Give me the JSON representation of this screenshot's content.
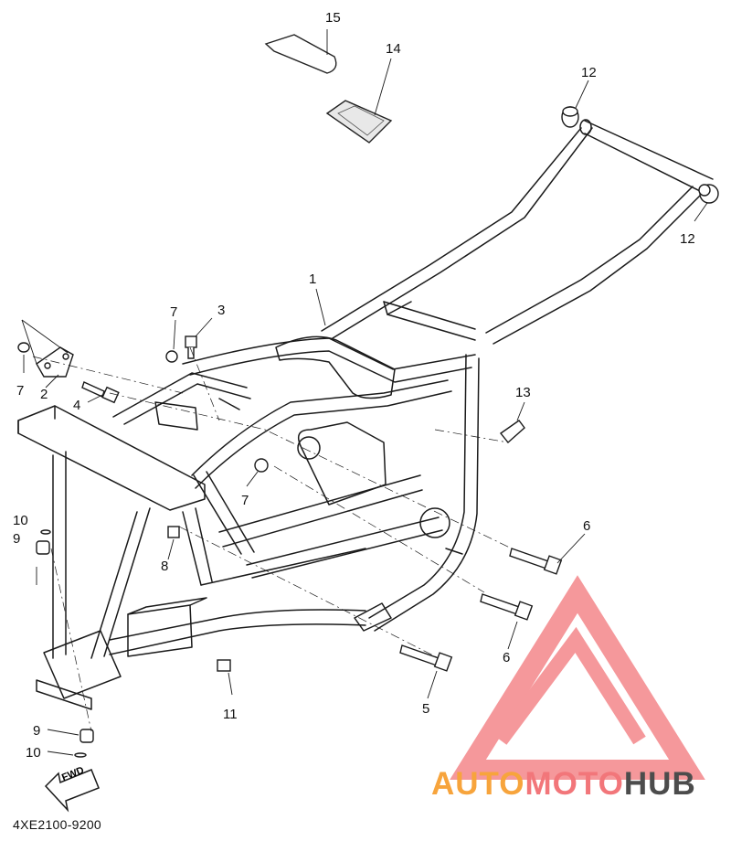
{
  "diagram": {
    "part_code": "4XE2100-9200",
    "fwd_label": "FWD",
    "callouts": {
      "c1": "1",
      "c2": "2",
      "c3": "3",
      "c4": "4",
      "c5": "5",
      "c6a": "6",
      "c6b": "6",
      "c7a": "7",
      "c7b": "7",
      "c7c": "7",
      "c8": "8",
      "c9a": "9",
      "c9b": "9",
      "c10a": "10",
      "c10b": "10",
      "c11": "11",
      "c12a": "12",
      "c12b": "12",
      "c13": "13",
      "c14": "14",
      "c15": "15"
    }
  },
  "watermark": {
    "part1": "AUTO",
    "part2": "MOTO",
    "part3": "HUB",
    "colors": {
      "orange": "#f7a43c",
      "red": "#f2767a",
      "dark": "#4c4c4c"
    }
  }
}
